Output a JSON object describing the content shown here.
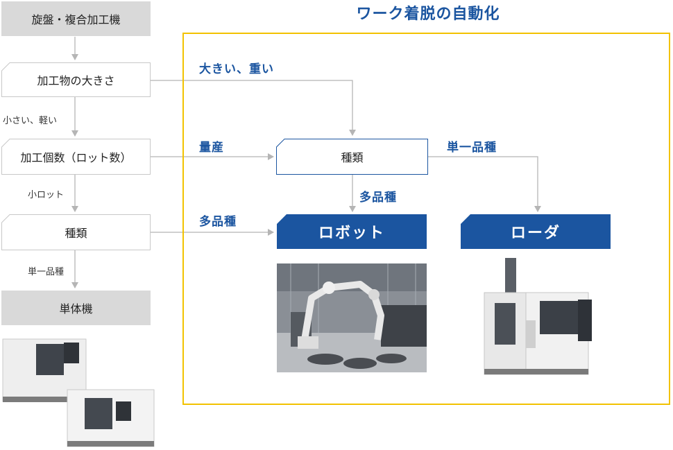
{
  "title": "ワーク着脱の自動化",
  "left_flow": {
    "start": "旋盤・複合加工機",
    "q_size": "加工物の大きさ",
    "a_small": "小さい、軽い",
    "q_lot": "加工個数（ロット数）",
    "a_small_lot": "小ロット",
    "q_kind": "種類",
    "a_single": "単一品種",
    "end": "単体機"
  },
  "right_flow": {
    "a_large": "大きい、重い",
    "a_mass": "量産",
    "a_multi_left": "多品種",
    "q_kind": "種類",
    "a_single": "単一品種",
    "a_multi": "多品種",
    "robot": "ロボット",
    "loader": "ローダ"
  },
  "colors": {
    "accent_blue": "#1b55a0",
    "frame_yellow": "#f2c200",
    "box_gray": "#d9d9d9",
    "connector_gray": "#b5b5b5"
  }
}
